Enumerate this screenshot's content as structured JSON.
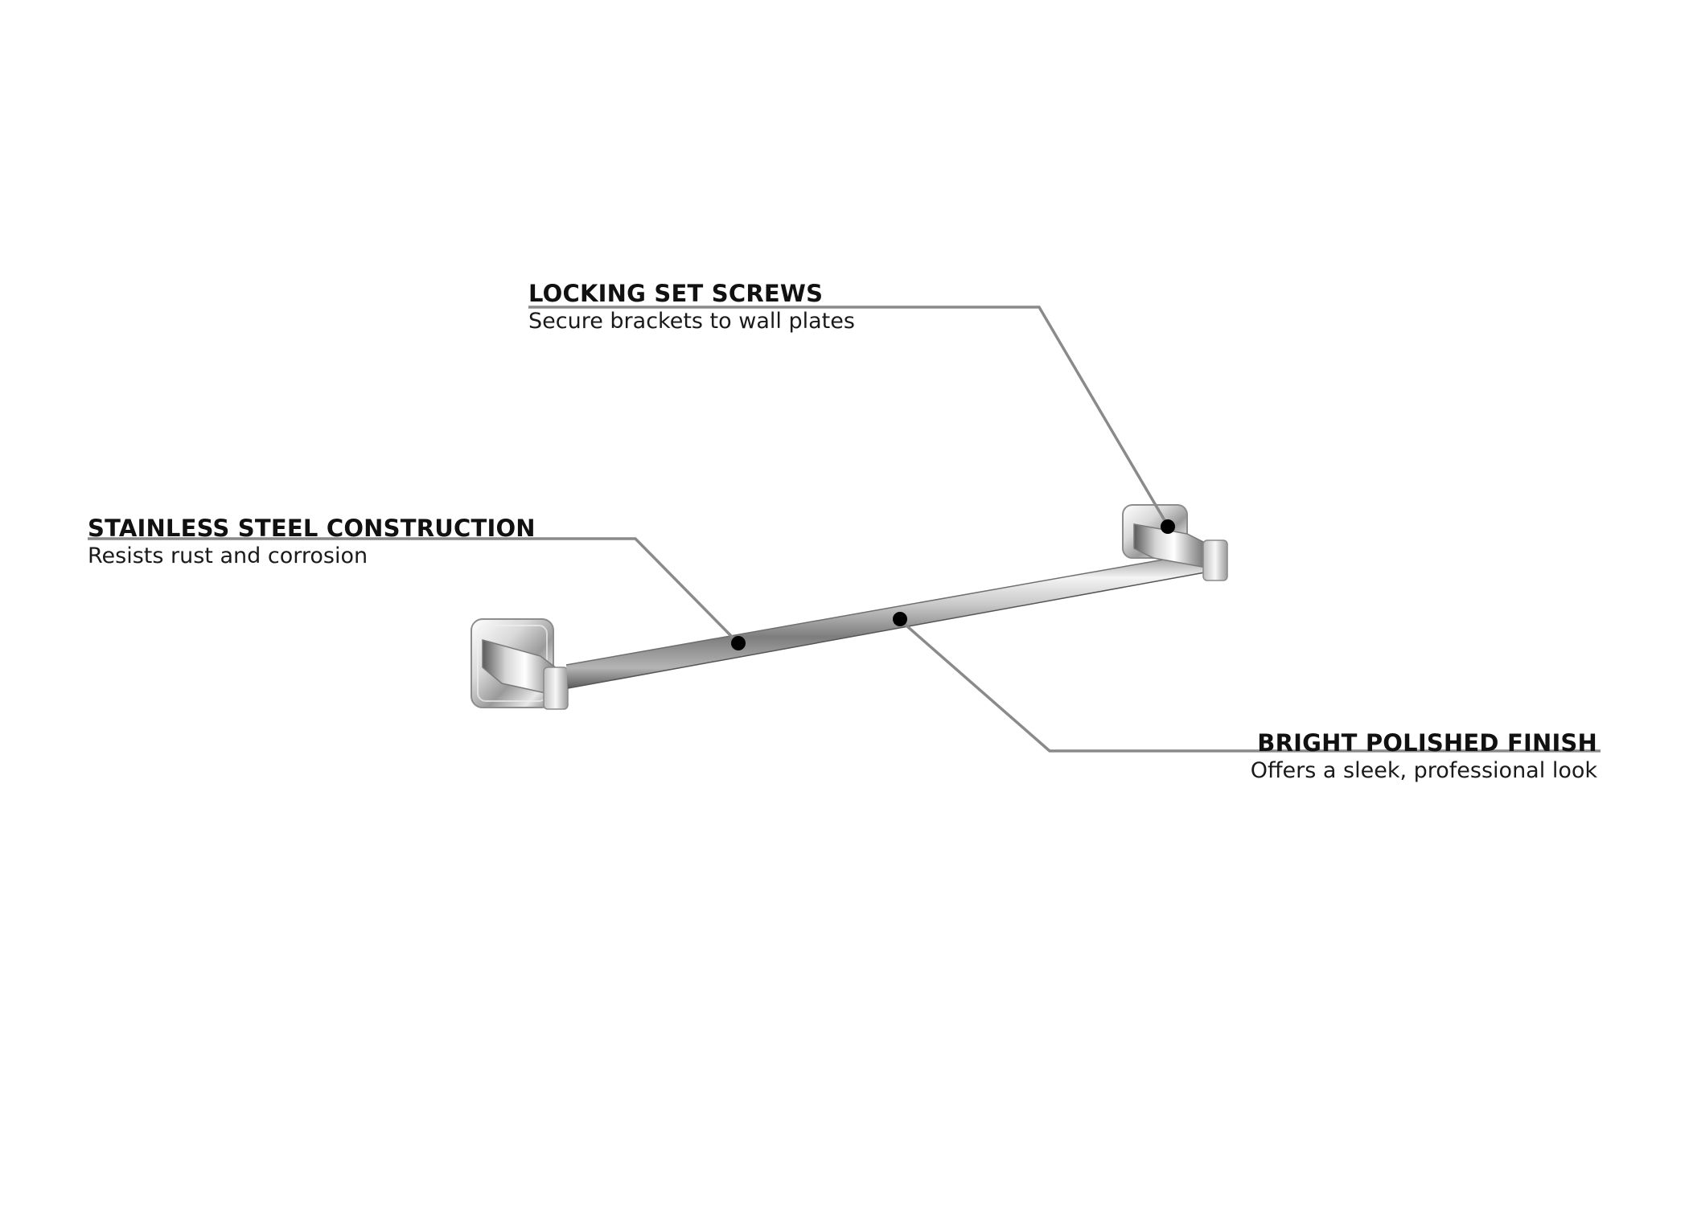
{
  "callouts": {
    "locking_screws": {
      "title": "LOCKING SET SCREWS",
      "description": "Secure brackets to wall plates"
    },
    "stainless_steel": {
      "title": "STAINLESS STEEL CONSTRUCTION",
      "description": "Resists rust and corrosion"
    },
    "polished_finish": {
      "title": "BRIGHT POLISHED FINISH",
      "description": "Offers a sleek, professional look"
    }
  },
  "colors": {
    "background": "#ffffff",
    "leader_line": "#8a8a8a",
    "marker_dot": "#000000",
    "text": "#111111"
  }
}
